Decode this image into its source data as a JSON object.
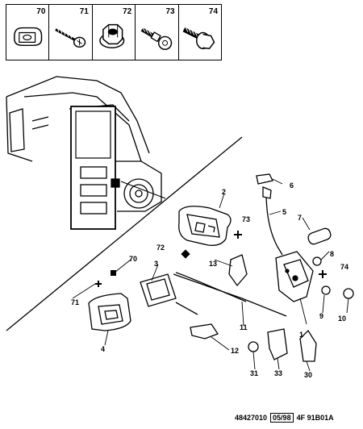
{
  "fastener_table": {
    "cells": [
      {
        "ref": "70",
        "icon": "clip-nut-icon"
      },
      {
        "ref": "71",
        "icon": "self-tapping-screw-icon"
      },
      {
        "ref": "72",
        "icon": "flange-nut-icon"
      },
      {
        "ref": "73",
        "icon": "shouldered-bolt-icon"
      },
      {
        "ref": "74",
        "icon": "flange-bolt-icon"
      }
    ]
  },
  "callouts": {
    "c1": "1",
    "c2": "2",
    "c3": "3",
    "c4": "4",
    "c5": "5",
    "c6": "6",
    "c7": "7",
    "c8": "8",
    "c9": "9",
    "c10": "10",
    "c11": "11",
    "c12": "12",
    "c13": "13",
    "c30": "30",
    "c31": "31",
    "c33": "33",
    "c70": "70",
    "c71": "71",
    "c72": "72",
    "c73": "73",
    "c74": "74"
  },
  "footer": {
    "ref": "48427010",
    "date": "05/98",
    "code": "4F 91B01A"
  }
}
